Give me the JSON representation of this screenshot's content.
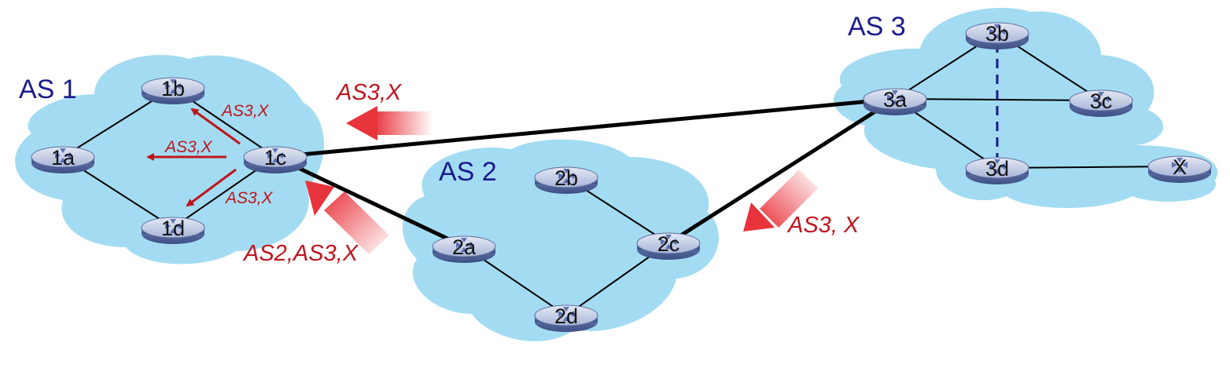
{
  "as_labels": {
    "as1": "AS 1",
    "as2": "AS 2",
    "as3": "AS 3"
  },
  "routers": {
    "r1a": "1a",
    "r1b": "1b",
    "r1c": "1c",
    "r1d": "1d",
    "r2a": "2a",
    "r2b": "2b",
    "r2c": "2c",
    "r2d": "2d",
    "r3a": "3a",
    "r3b": "3b",
    "r3c": "3c",
    "r3d": "3d",
    "rX": "X"
  },
  "advertisements": {
    "to_as1_from_as3": "AS3,X",
    "to_as1_from_as2": "AS2,AS3,X",
    "to_as2_from_as3": "AS3, X",
    "internal_to_1b": "AS3,X",
    "internal_to_1a": "AS3,X",
    "internal_to_1d": "AS3,X"
  },
  "colors": {
    "cloud": "#a3dcf2",
    "router_body": "#7c8fc0",
    "advert_text": "#c0141c",
    "as_label": "#1a1a8c"
  }
}
